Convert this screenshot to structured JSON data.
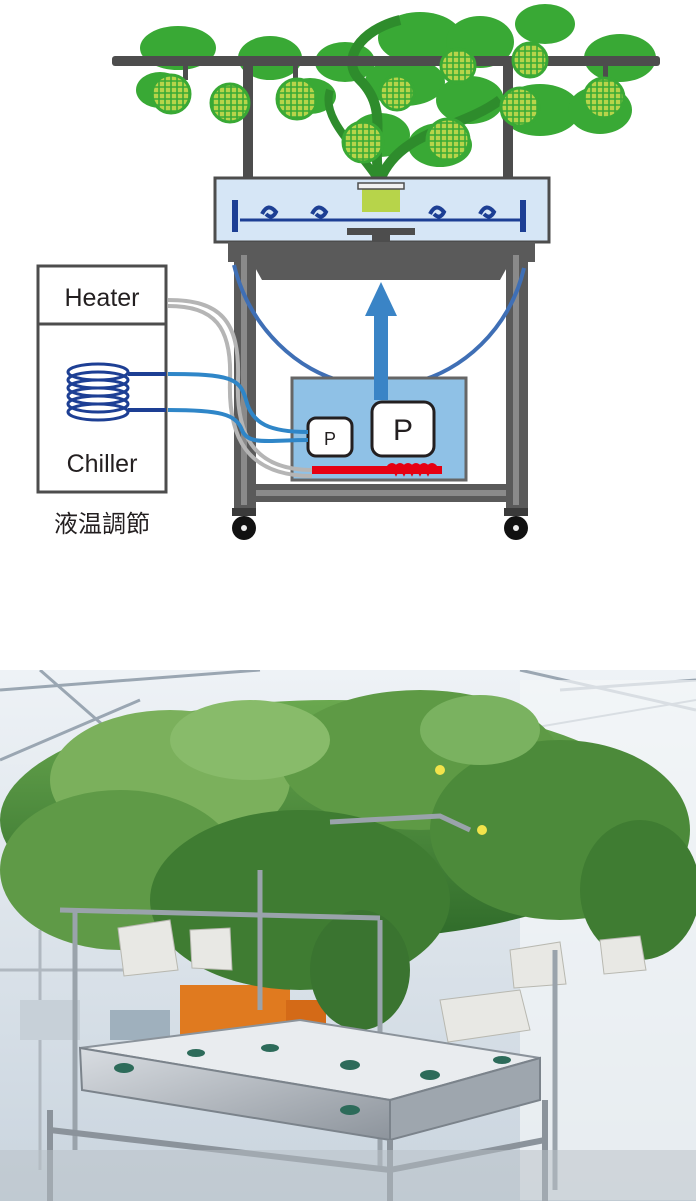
{
  "diagram": {
    "heater_label": "Heater",
    "chiller_label": "Chiller",
    "small_pump_label": "P",
    "large_pump_label": "P",
    "caption": "液温調節"
  },
  "colors": {
    "frame": "#4d4d4d",
    "leaf": "#39a935",
    "melon": "#b7d44a",
    "tank_fill": "#8fc1e6",
    "bed_fill": "#d6e6f6",
    "hose": "#3f6fb5",
    "heater_element": "#e60012",
    "coil": "#1d3f94",
    "arrow": "#3a84c6"
  },
  "photo": {
    "description_icon": "melon-growing-rig-photo"
  }
}
